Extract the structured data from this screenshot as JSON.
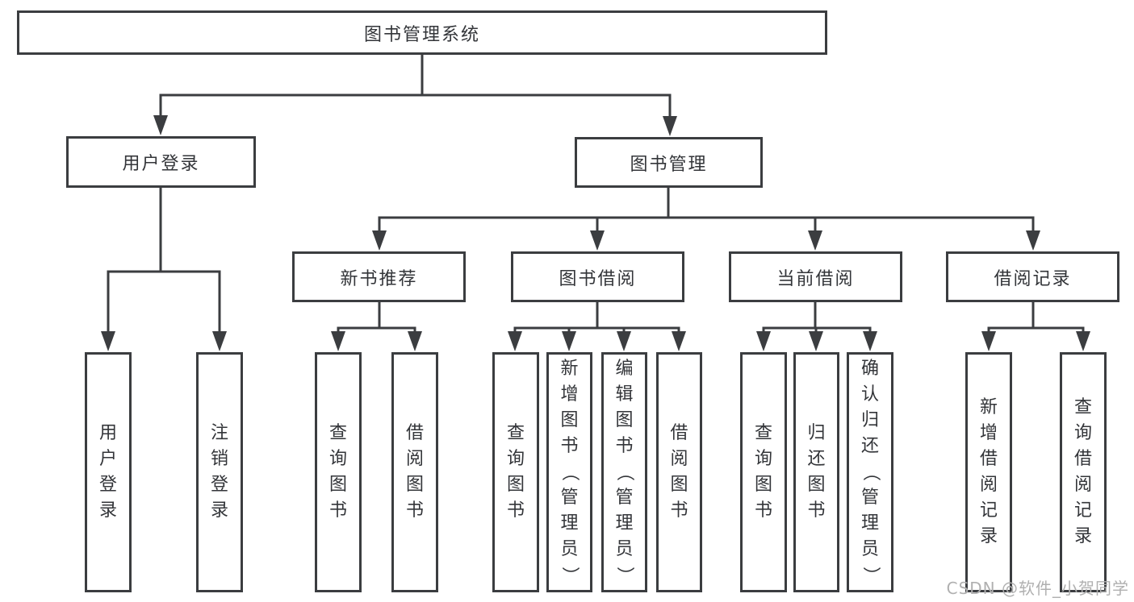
{
  "colors": {
    "line": "#3b3d40",
    "text": "#333539",
    "background": "#ffffff",
    "watermark_color": "#b0b0b0"
  },
  "watermark": {
    "text": "CSDN @软件_小贺同学"
  },
  "diagram": {
    "type": "hierarchy-tree",
    "tree": {
      "label": "图书管理系统",
      "children": [
        {
          "label": "用户登录",
          "children": [
            {
              "label": "用户登录"
            },
            {
              "label": "注销登录"
            }
          ]
        },
        {
          "label": "图书管理",
          "children": [
            {
              "label": "新书推荐",
              "children": [
                {
                  "label": "查询图书"
                },
                {
                  "label": "借阅图书"
                }
              ]
            },
            {
              "label": "图书借阅",
              "children": [
                {
                  "label": "查询图书"
                },
                {
                  "label": "新增图书（管理员）"
                },
                {
                  "label": "编辑图书（管理员）"
                },
                {
                  "label": "借阅图书"
                }
              ]
            },
            {
              "label": "当前借阅",
              "children": [
                {
                  "label": "查询图书"
                },
                {
                  "label": "归还图书"
                },
                {
                  "label": "确认归还（管理员）"
                }
              ]
            },
            {
              "label": "借阅记录",
              "children": [
                {
                  "label": "新增借阅记录"
                },
                {
                  "label": "查询借阅记录"
                }
              ]
            }
          ]
        }
      ]
    }
  }
}
